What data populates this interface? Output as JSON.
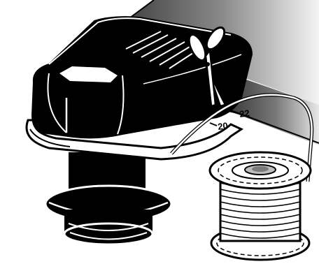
{
  "illustration": {
    "scale_labels": {
      "upper": "22",
      "lower": "20"
    },
    "parts": [
      "machine-housing",
      "bobbin-winder-base",
      "thread-cutter-scissors-icon",
      "thread-spool",
      "thread-strand"
    ]
  },
  "colors": {
    "ink": "#000000",
    "paper": "#ffffff",
    "gradient_dark": "#333333",
    "gradient_light": "#f4f4f4"
  }
}
